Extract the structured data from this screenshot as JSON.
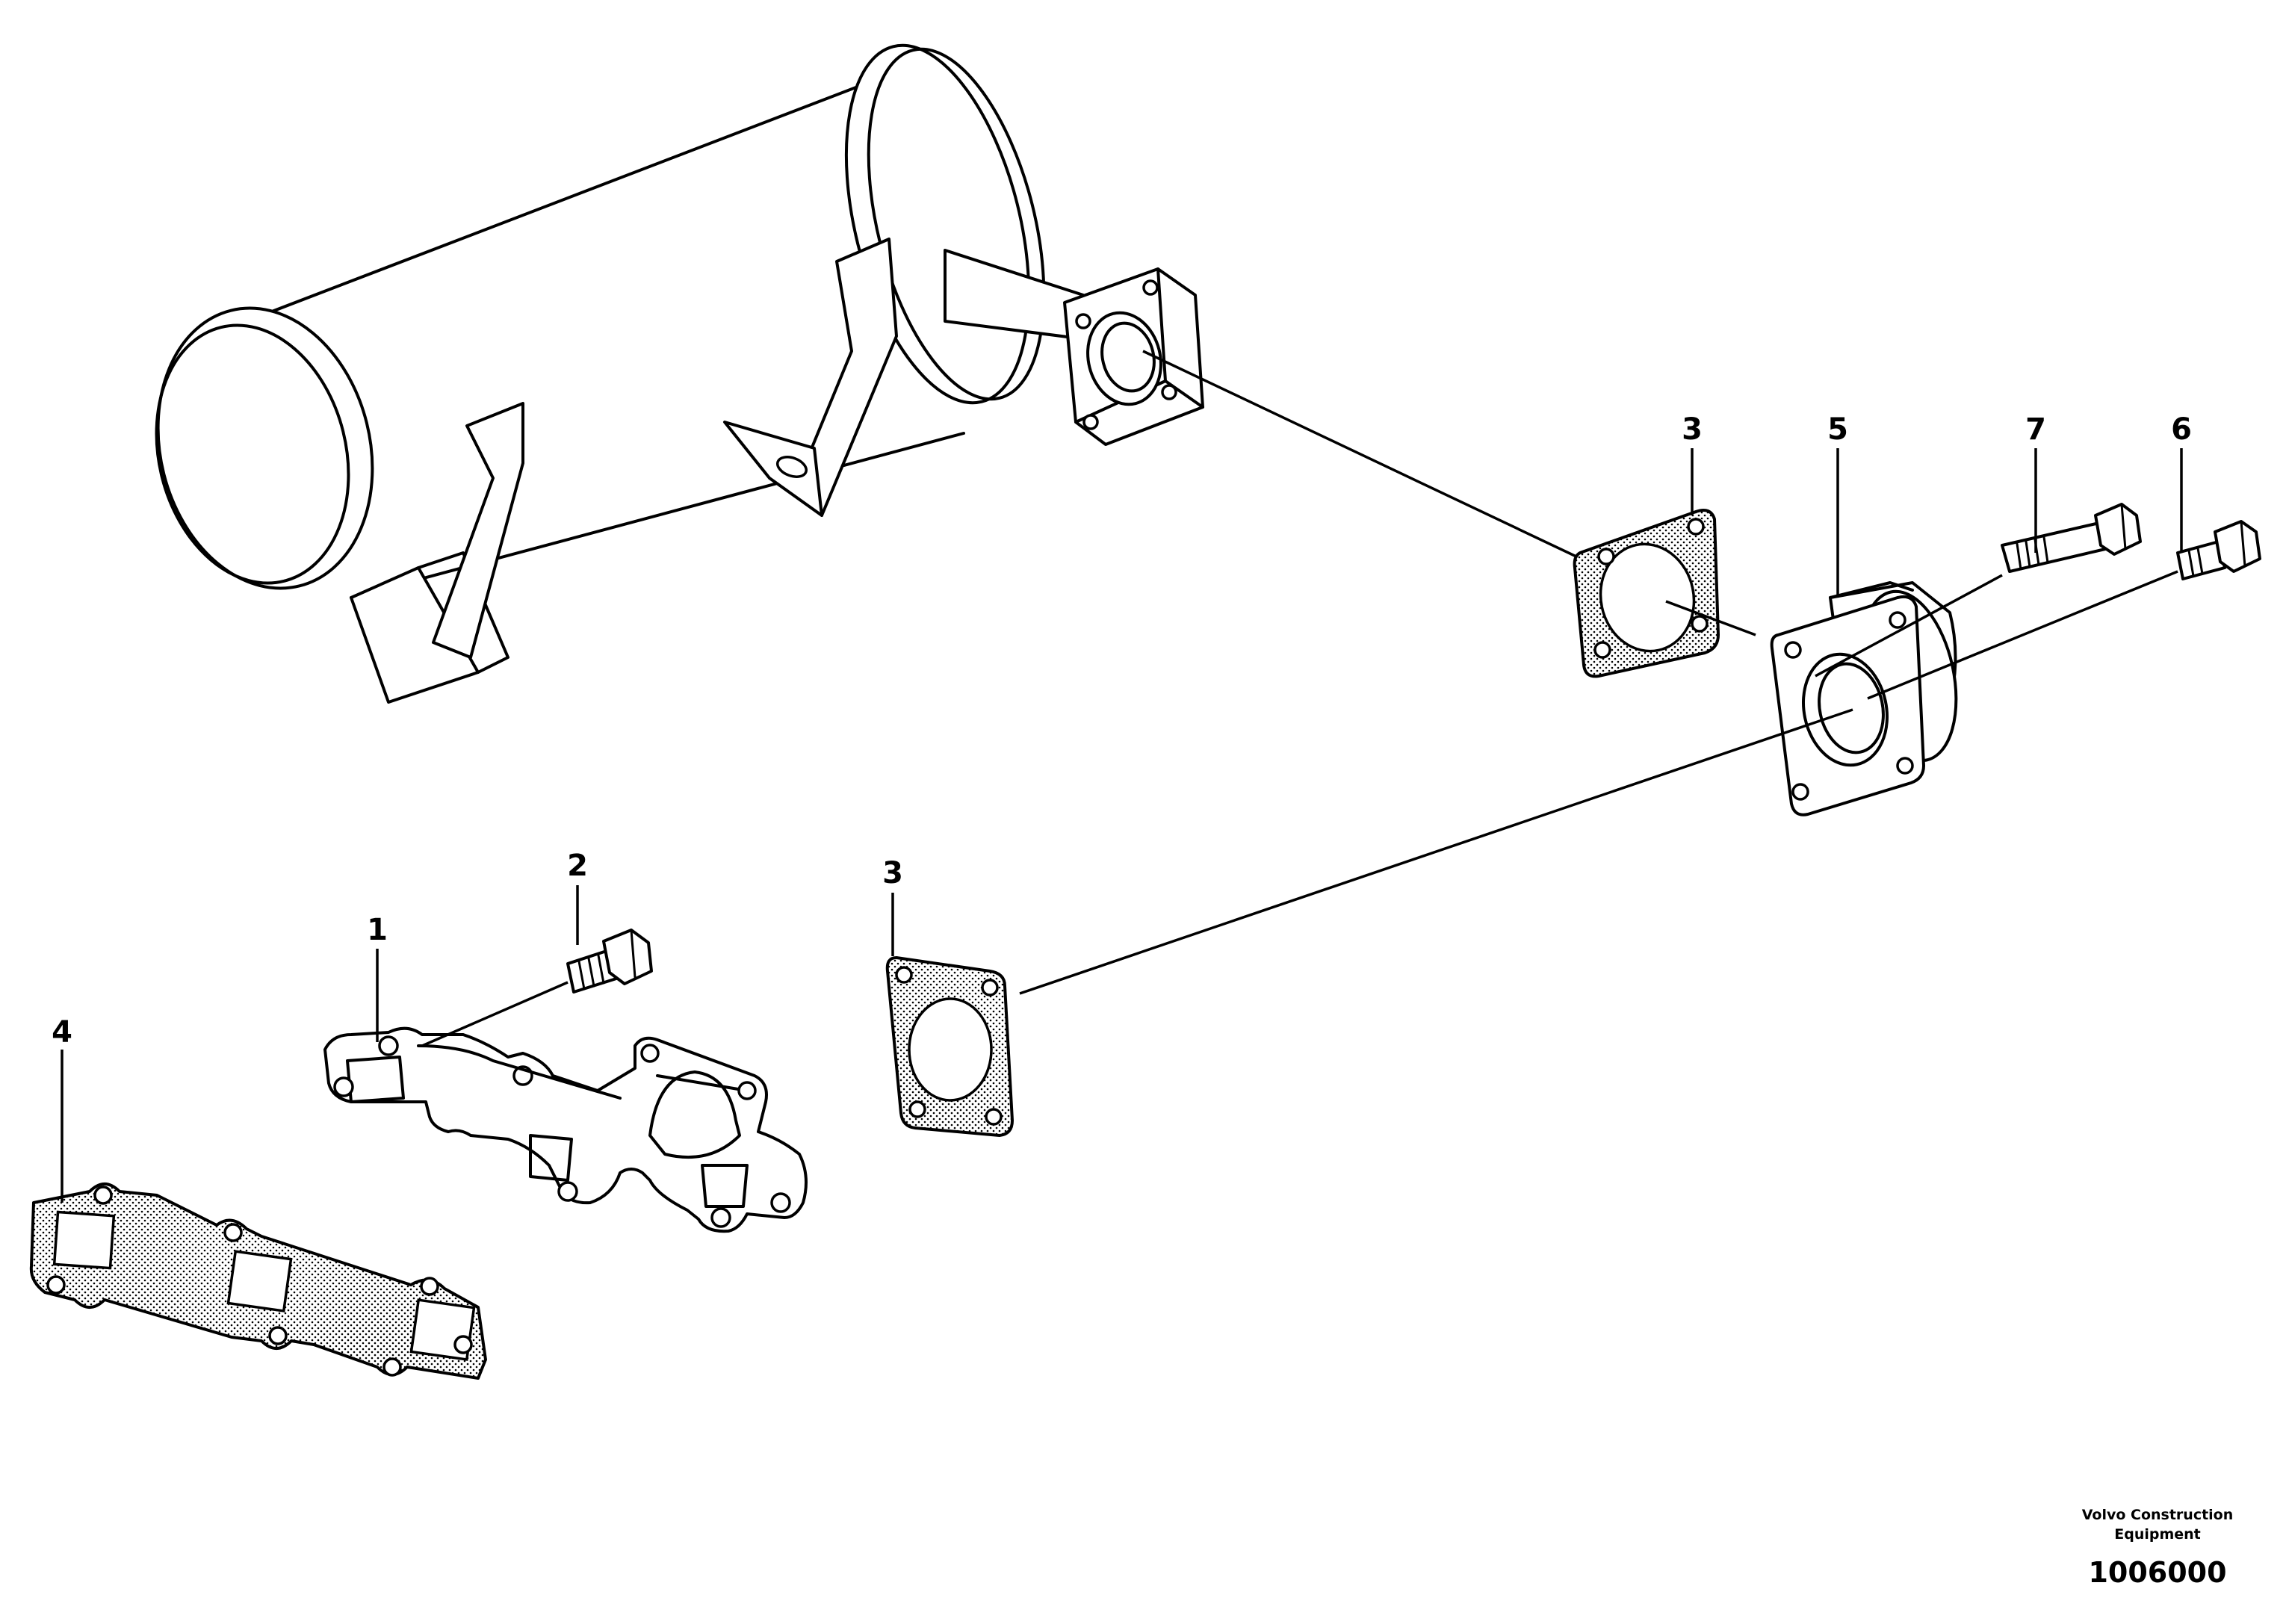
{
  "diagram": {
    "callouts": [
      {
        "id": "c1",
        "label": "1"
      },
      {
        "id": "c2",
        "label": "2"
      },
      {
        "id": "c3a",
        "label": "3"
      },
      {
        "id": "c3b",
        "label": "3"
      },
      {
        "id": "c4",
        "label": "4"
      },
      {
        "id": "c5",
        "label": "5"
      },
      {
        "id": "c6",
        "label": "6"
      },
      {
        "id": "c7",
        "label": "7"
      }
    ],
    "brand_line1": "Volvo Construction",
    "brand_line2": "Equipment",
    "reference_number": "1006000"
  }
}
